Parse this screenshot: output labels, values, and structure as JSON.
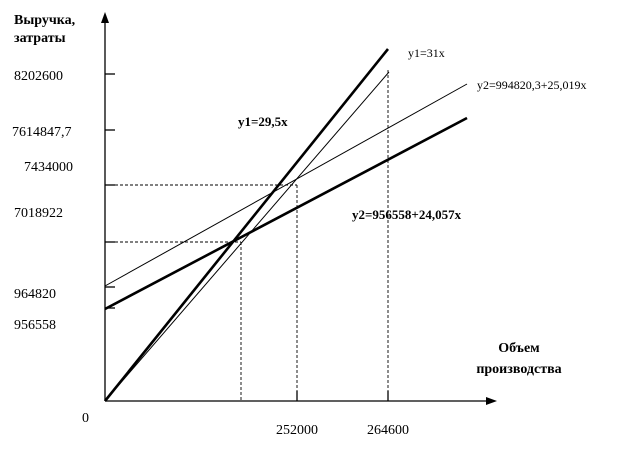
{
  "chart_data": {
    "type": "line",
    "title": "",
    "ylabel": [
      "Выручка,",
      "затраты"
    ],
    "xlabel": [
      "Объем",
      "производства"
    ],
    "origin_label": "0",
    "x_ticks": [
      {
        "label": "252000",
        "value": 252000
      },
      {
        "label": "264600",
        "value": 264600
      }
    ],
    "y_ticks": [
      {
        "label": "8202600",
        "value": 8202600
      },
      {
        "label": "7614847,7",
        "value": 7614847.7
      },
      {
        "label": "7434000",
        "value": 7434000
      },
      {
        "label": "7018922",
        "value": 7018922
      },
      {
        "label": "964820",
        "value": 964820
      },
      {
        "label": "956558",
        "value": 956558
      }
    ],
    "series": [
      {
        "id": "rev_new",
        "name": "y1=31x",
        "intercept": 0,
        "slope": 31,
        "weight": "thick",
        "label_style": "normal"
      },
      {
        "id": "rev_old",
        "name": "y1=29,5x",
        "intercept": 0,
        "slope": 29.5,
        "weight": "thin",
        "label_style": "bold"
      },
      {
        "id": "cost_new",
        "name": "y2=994820,3+25,019x",
        "intercept": 994820.3,
        "slope": 25.019,
        "weight": "thin",
        "label_style": "normal"
      },
      {
        "id": "cost_old",
        "name": "y2=956558+24,057x",
        "intercept": 956558,
        "slope": 24.057,
        "weight": "thick",
        "label_style": "bold"
      }
    ],
    "guides": [
      {
        "x_value": 252000,
        "y_value": 7434000
      },
      {
        "x_value": 174800,
        "y_value": 7018922
      },
      {
        "x_value": 264600,
        "y_value": 8202600
      }
    ],
    "grid": false,
    "legend": "none"
  }
}
